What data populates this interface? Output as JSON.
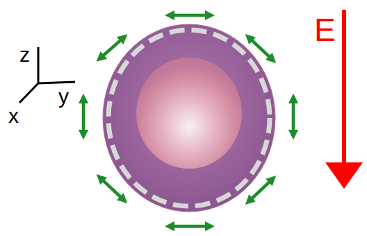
{
  "diagram": {
    "labels": [
      "z",
      "y",
      "x",
      "E"
    ]
  }
}
